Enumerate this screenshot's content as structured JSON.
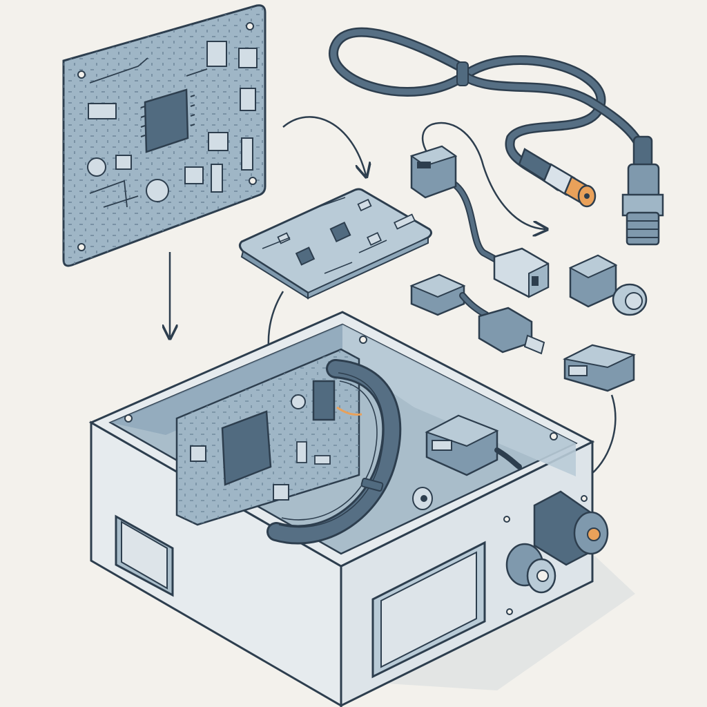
{
  "colors": {
    "background": "#f3f1ec",
    "line": "#2d3e4e",
    "pcb": "#9fb6c6",
    "pcb_small": "#b9cbd7",
    "chip": "#516b80",
    "enclosure_outer": "#e6ebee",
    "enclosure_inner": "#a9bdca",
    "cable": "#566f84",
    "connector": "#7f99ad",
    "accent_orange": "#e9a15a"
  },
  "parts": [
    {
      "name": "large-circuit-board",
      "icon": "pcb-icon"
    },
    {
      "name": "small-circuit-board",
      "icon": "pcb-icon"
    },
    {
      "name": "coiled-cable",
      "icon": "cable-icon"
    },
    {
      "name": "connectors",
      "icon": "connector-icon"
    },
    {
      "name": "open-enclosure",
      "icon": "box-icon"
    }
  ]
}
